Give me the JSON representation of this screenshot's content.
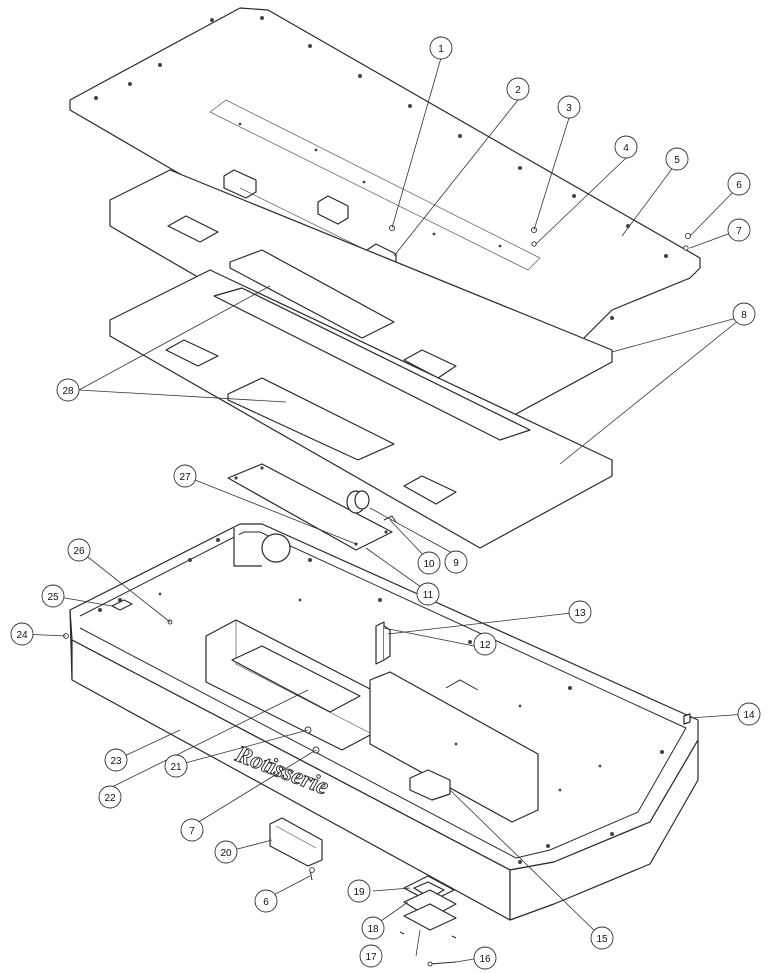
{
  "callouts": [
    "1",
    "2",
    "3",
    "4",
    "5",
    "6",
    "7",
    "8",
    "9",
    "10",
    "11",
    "12",
    "13",
    "14",
    "15",
    "16",
    "17",
    "18",
    "19",
    "20",
    "21",
    "22",
    "23",
    "24",
    "25",
    "26",
    "27",
    "28"
  ],
  "duplicate_callouts": {
    "six_lower": "6",
    "seven_lower": "7"
  },
  "logo_text": "Rotisserie",
  "colors": {
    "line": "#2a2a2a",
    "background": "#ffffff"
  }
}
